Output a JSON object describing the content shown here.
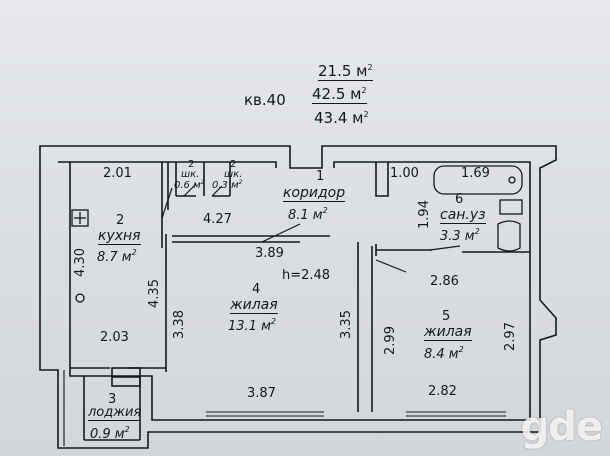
{
  "header": {
    "apartment": "кв.40",
    "area_living": "21.5 м",
    "area_total": "42.5 м",
    "area_total_with_loggia": "43.4 м",
    "sup": "2"
  },
  "rooms": {
    "kitchen": {
      "num": "2",
      "name": "кухня",
      "area": "8.7 м"
    },
    "corridor": {
      "num": "1",
      "name": "коридор",
      "area": "8.1 м"
    },
    "bathroom": {
      "num": "6",
      "name": "сан.уз",
      "area": "3.3 м"
    },
    "living4": {
      "num": "4",
      "name": "жилая",
      "area": "13.1 м"
    },
    "living5": {
      "num": "5",
      "name": "жилая",
      "area": "8.4 м"
    },
    "loggia": {
      "num": "3",
      "name": "лоджия",
      "area": "0.9 м"
    },
    "closet1": {
      "num": "2",
      "name": "шк.",
      "area": "0.6 м"
    },
    "closet2": {
      "num": "2",
      "name": "шк.",
      "area": "0.3 м"
    },
    "sup": "2"
  },
  "ceiling_height": "h=2.48",
  "dimensions": {
    "kitchen_top": "2.01",
    "kitchen_bottom": "2.03",
    "kitchen_left": "4.30",
    "kitchen_right": "4.35",
    "corridor_width": "4.27",
    "room4_top": "3.89",
    "room4_bottom": "3.87",
    "room4_left": "3.38",
    "room4_right": "3.35",
    "bath_left_top": "1.00",
    "bath_top": "1.69",
    "bath_vertical": "1.94",
    "room5_top": "2.86",
    "room5_bottom": "2.82",
    "room5_left": "2.99",
    "room5_right": "2.97"
  },
  "watermark": "gde"
}
